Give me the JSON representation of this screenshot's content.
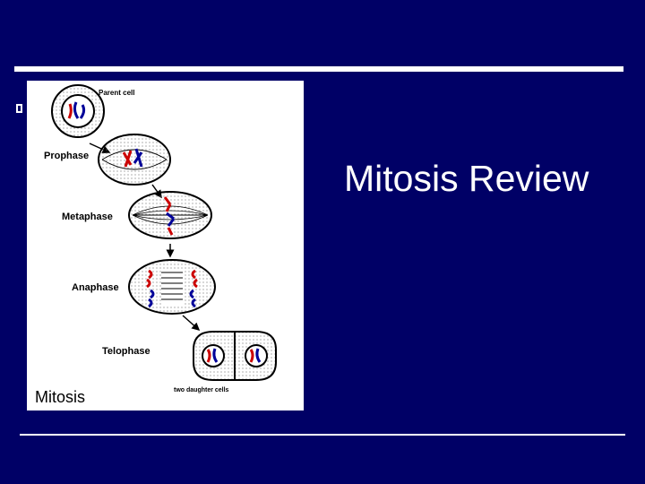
{
  "slide": {
    "title": "Mitosis Review",
    "background": "#000066",
    "text_color": "#ffffff"
  },
  "figure": {
    "parent_label": "Parent cell",
    "stages": [
      "Prophase",
      "Metaphase",
      "Anaphase",
      "Telophase"
    ],
    "daughter_label": "two daughter cells",
    "caption": "Mitosis",
    "chromosome_colors": [
      "#cc0000",
      "#000099"
    ]
  }
}
